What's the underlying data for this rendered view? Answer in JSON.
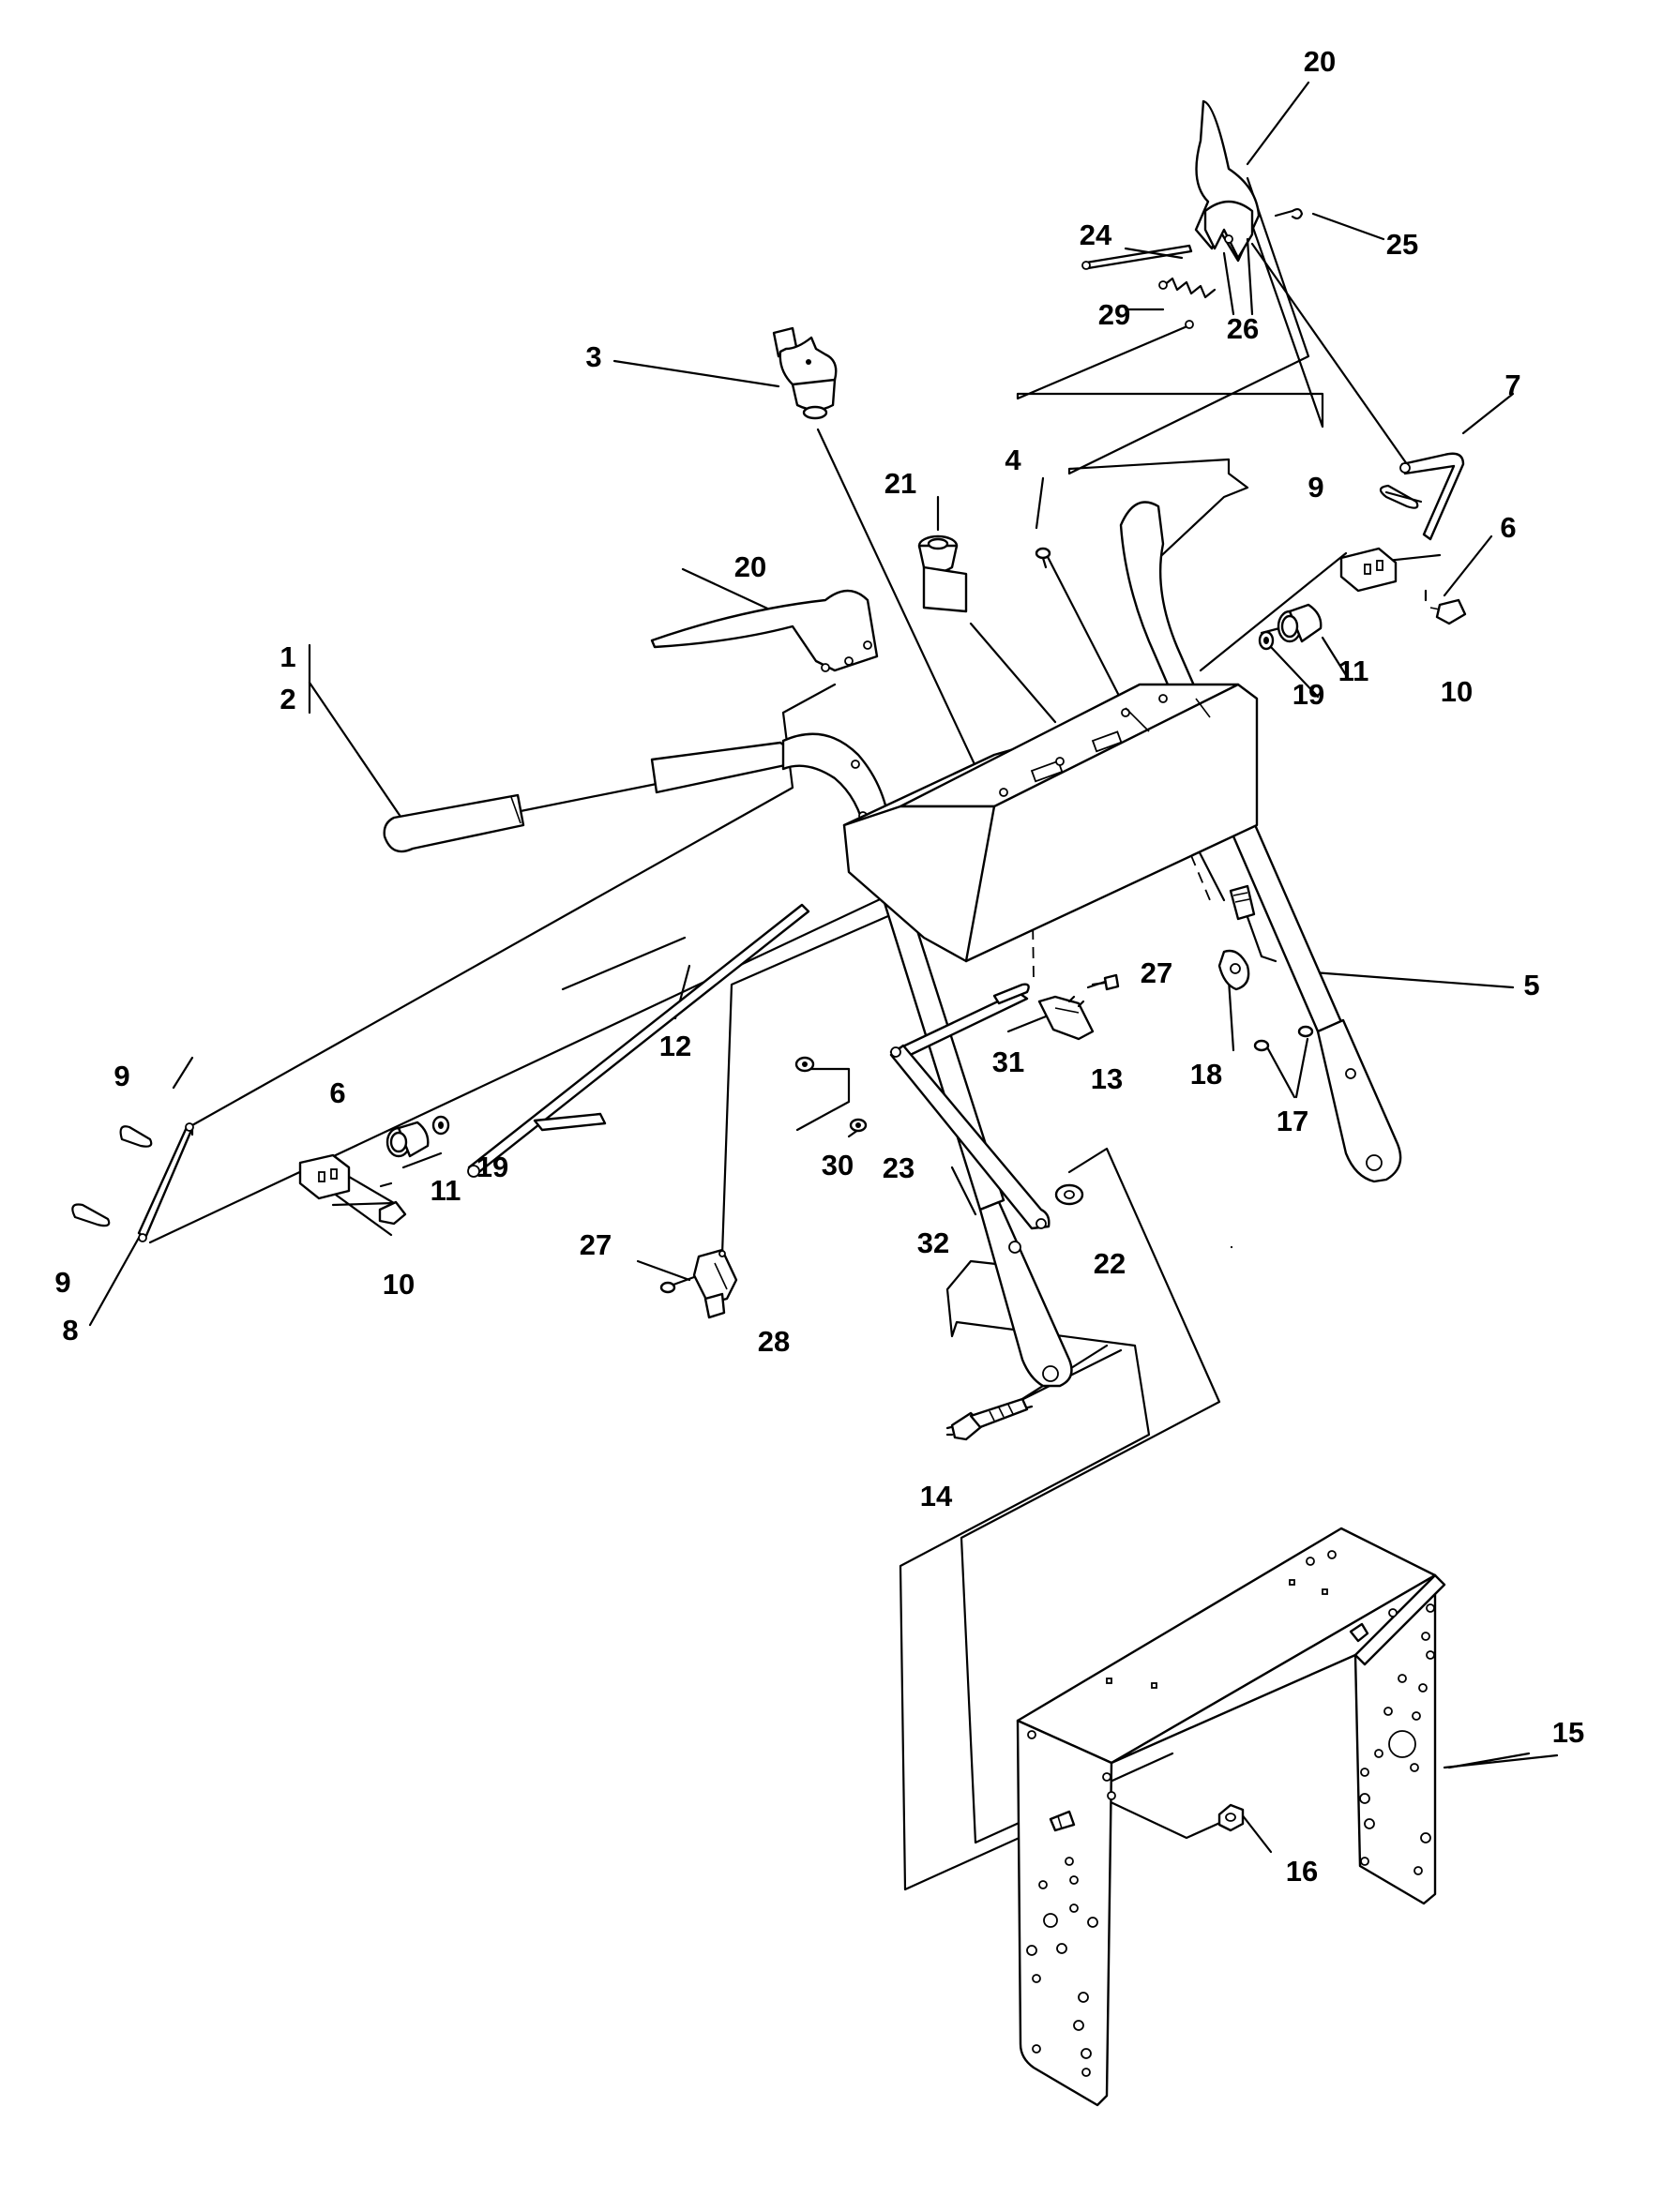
{
  "callouts": [
    {
      "id": "c1",
      "text": "1"
    },
    {
      "id": "c2",
      "text": "2"
    },
    {
      "id": "c3",
      "text": "3"
    },
    {
      "id": "c4",
      "text": "4"
    },
    {
      "id": "c5",
      "text": "5"
    },
    {
      "id": "c6a",
      "text": "6"
    },
    {
      "id": "c6b",
      "text": "6"
    },
    {
      "id": "c7",
      "text": "7"
    },
    {
      "id": "c8",
      "text": "8"
    },
    {
      "id": "c9a",
      "text": "9"
    },
    {
      "id": "c9b",
      "text": "9"
    },
    {
      "id": "c9c",
      "text": "9"
    },
    {
      "id": "c10a",
      "text": "10"
    },
    {
      "id": "c10b",
      "text": "10"
    },
    {
      "id": "c11a",
      "text": "11"
    },
    {
      "id": "c11b",
      "text": "11"
    },
    {
      "id": "c12",
      "text": "12"
    },
    {
      "id": "c13",
      "text": "13"
    },
    {
      "id": "c14",
      "text": "14"
    },
    {
      "id": "c15",
      "text": "15"
    },
    {
      "id": "c16",
      "text": "16"
    },
    {
      "id": "c17",
      "text": "17"
    },
    {
      "id": "c18",
      "text": "18"
    },
    {
      "id": "c19a",
      "text": "19"
    },
    {
      "id": "c19b",
      "text": "19"
    },
    {
      "id": "c20a",
      "text": "20"
    },
    {
      "id": "c20b",
      "text": "20"
    },
    {
      "id": "c21",
      "text": "21"
    },
    {
      "id": "c22",
      "text": "22"
    },
    {
      "id": "c23",
      "text": "23"
    },
    {
      "id": "c24",
      "text": "24"
    },
    {
      "id": "c25",
      "text": "25"
    },
    {
      "id": "c26",
      "text": "26"
    },
    {
      "id": "c27a",
      "text": "27"
    },
    {
      "id": "c27b",
      "text": "27"
    },
    {
      "id": "c28",
      "text": "28"
    },
    {
      "id": "c29",
      "text": "29"
    },
    {
      "id": "c30",
      "text": "30"
    },
    {
      "id": "c31",
      "text": "31"
    },
    {
      "id": "c32",
      "text": "32"
    }
  ]
}
